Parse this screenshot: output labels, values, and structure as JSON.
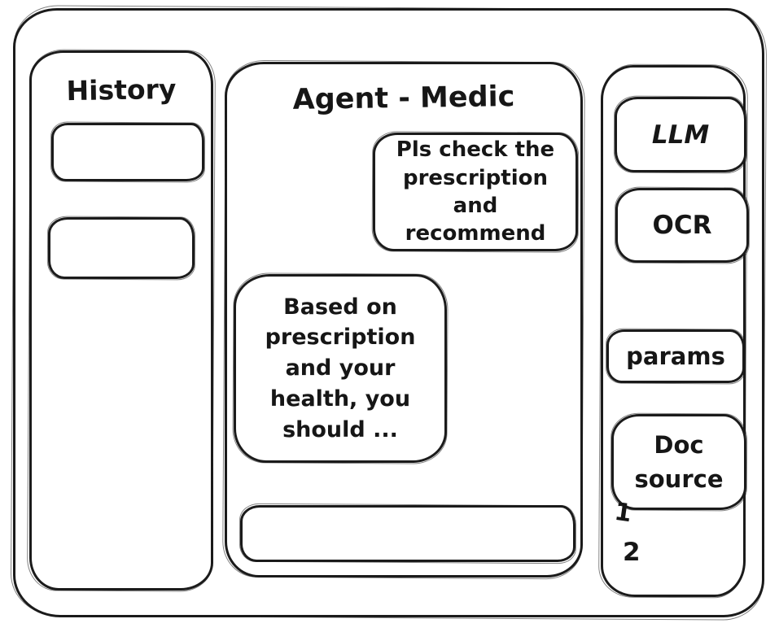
{
  "colors": {
    "stroke": "#1b1b1b",
    "background": "#ffffff"
  },
  "history_panel": {
    "title": "History"
  },
  "chat": {
    "title": "Agent - Medic",
    "messages": [
      {
        "role": "user",
        "text": "Pls check the prescription and recommend"
      },
      {
        "role": "assistant",
        "text": "Based on prescription and your health, you should ..."
      }
    ],
    "input": {
      "value": "",
      "placeholder": ""
    }
  },
  "tools_panel": {
    "buttons": [
      {
        "label": "LLM"
      },
      {
        "label": "OCR"
      },
      {
        "label": "params"
      },
      {
        "label": "Doc source"
      }
    ],
    "footnotes": [
      "1",
      "2"
    ]
  }
}
